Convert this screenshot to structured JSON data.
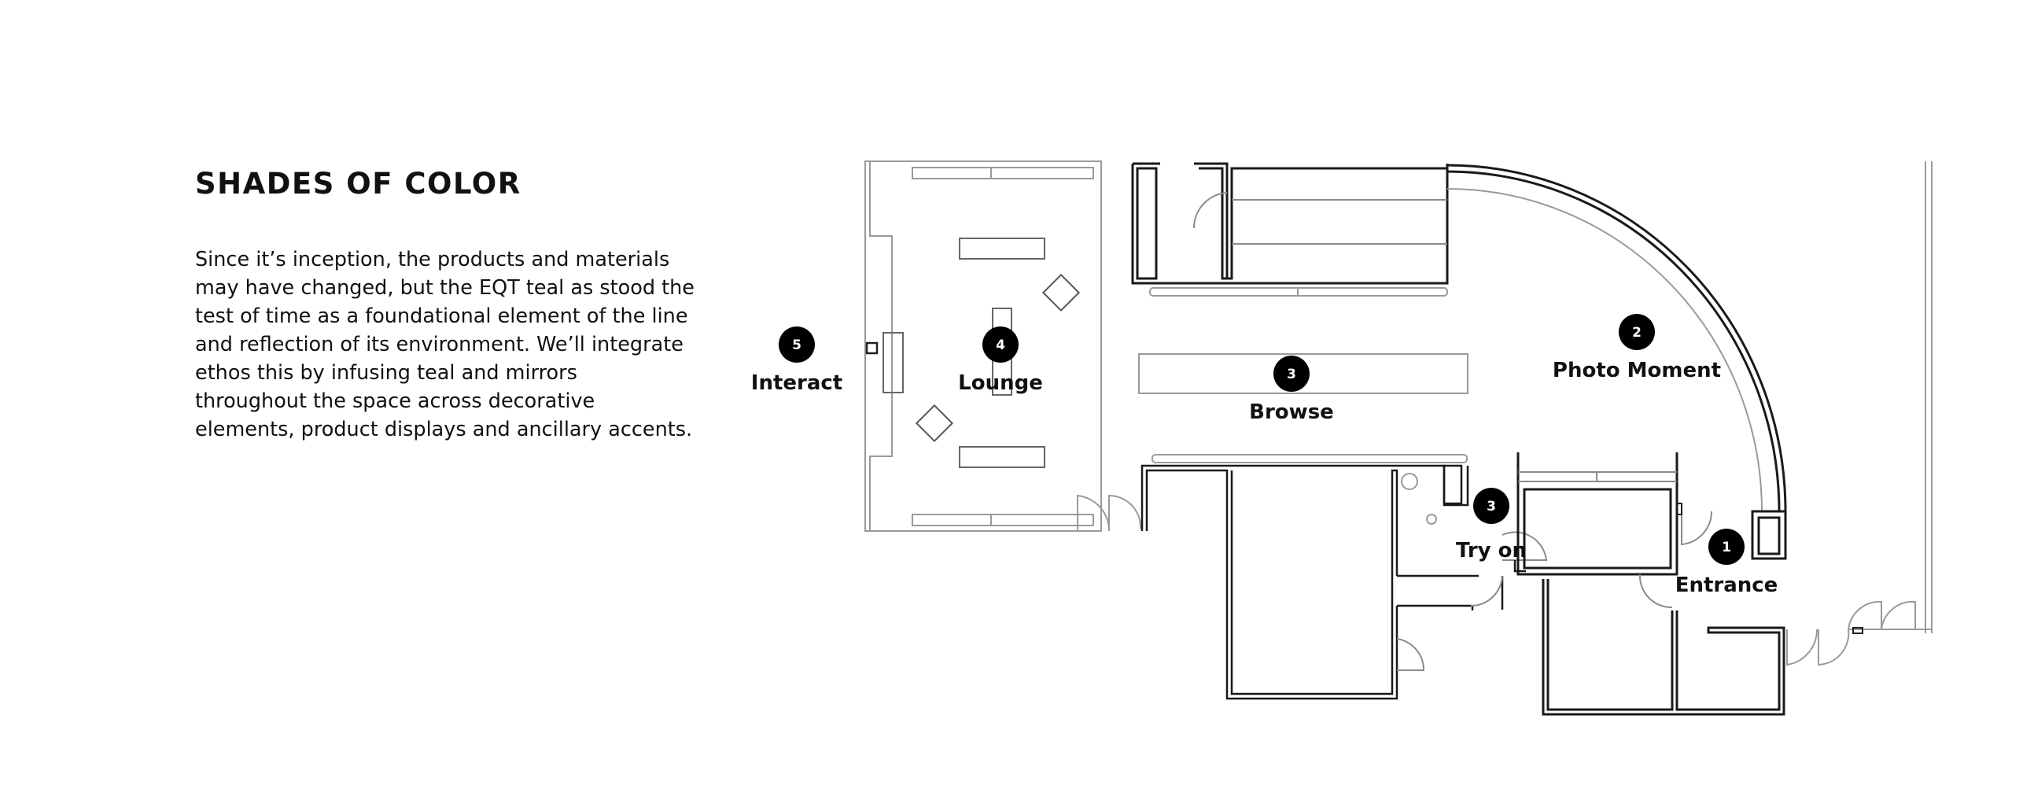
{
  "heading": "SHADES OF COLOR",
  "body_lines": [
    "Since it’s inception, the products and materials",
    "may have changed, but the EQT teal as stood the",
    "test of time as a foundational element of the line",
    "and reflection of its environment. We’ll integrate",
    "ethos this by infusing teal and mirrors",
    "throughout the space across decorative",
    "elements, product displays and ancillary accents."
  ],
  "zones": [
    {
      "number": "5",
      "label": "Interact"
    },
    {
      "number": "4",
      "label": "Lounge"
    },
    {
      "number": "3",
      "label": "Browse"
    },
    {
      "number": "2",
      "label": "Photo Moment"
    },
    {
      "number": "3",
      "label": "Try on"
    },
    {
      "number": "1",
      "label": "Entrance"
    }
  ],
  "colors": {
    "ink": "#111111",
    "wall": "#1a1a1a",
    "light_line": "#9a9a9a",
    "marker_fill": "#000000",
    "marker_text": "#ffffff"
  }
}
